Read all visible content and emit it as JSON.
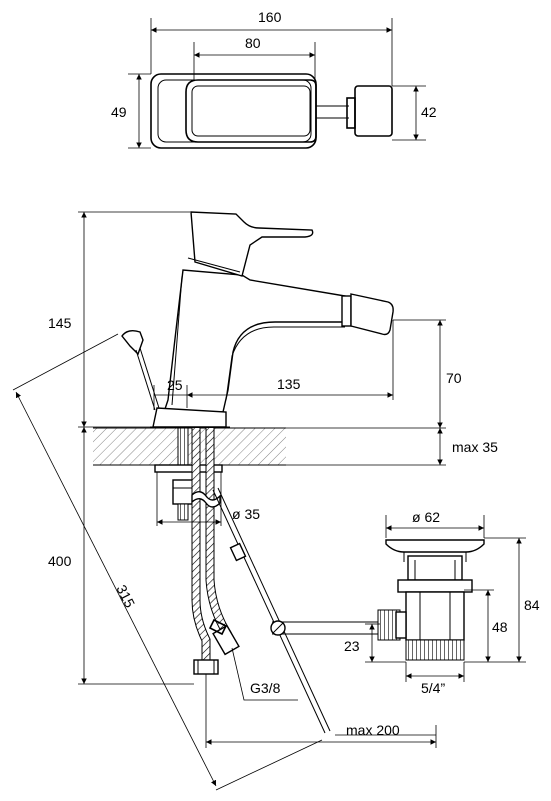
{
  "top_view": {
    "width_160": "160",
    "width_80": "80",
    "height_49": "49",
    "height_42": "42"
  },
  "side_view": {
    "height_145": "145",
    "height_70": "70",
    "reach_135": "135",
    "offset_25": "25",
    "max_35": "max 35",
    "hole_35": "ø 35",
    "height_400": "400",
    "rod_315": "315",
    "thread_g38": "G3/8",
    "max_200": "max 200"
  },
  "drain": {
    "dia_62": "ø 62",
    "height_84": "84",
    "height_48": "48",
    "height_23": "23",
    "thread_54": "5/4”"
  }
}
